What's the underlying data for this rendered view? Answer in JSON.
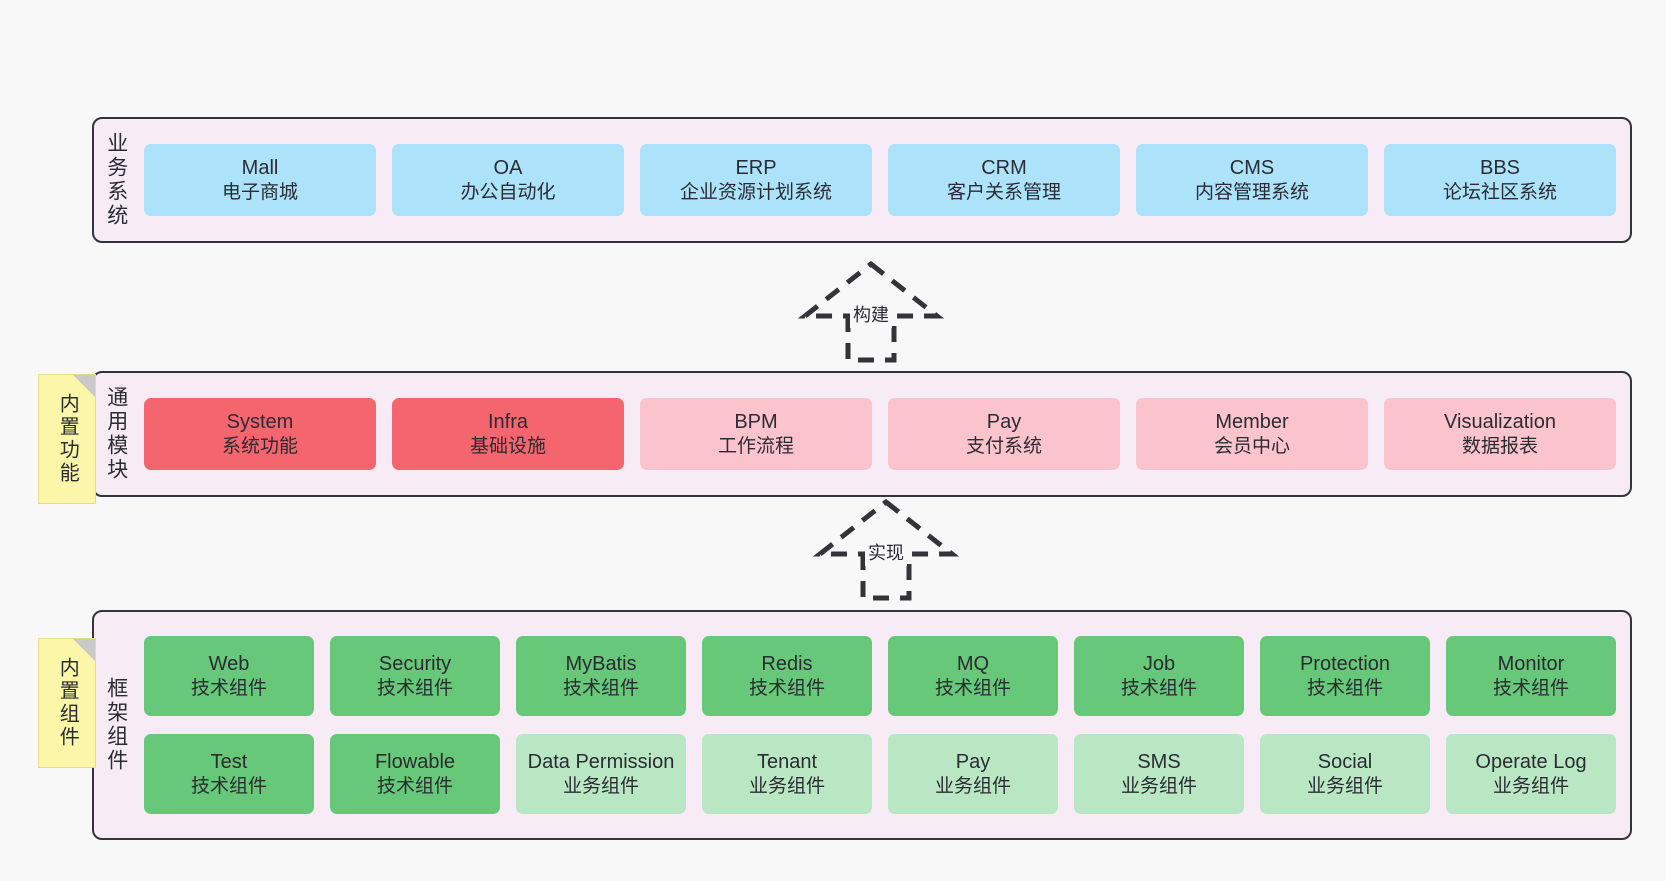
{
  "diagram": {
    "layers": [
      {
        "id": "business",
        "title": "业务系统",
        "rows": [
          {
            "cells": [
              {
                "name": "Mall",
                "desc": "电子商城",
                "color": "#ace3fb"
              },
              {
                "name": "OA",
                "desc": "办公自动化",
                "color": "#ace3fb"
              },
              {
                "name": "ERP",
                "desc": "企业资源计划系统",
                "color": "#ace3fb"
              },
              {
                "name": "CRM",
                "desc": "客户关系管理",
                "color": "#ace3fb"
              },
              {
                "name": "CMS",
                "desc": "内容管理系统",
                "color": "#ace3fb"
              },
              {
                "name": "BBS",
                "desc": "论坛社区系统",
                "color": "#ace3fb"
              }
            ]
          }
        ]
      },
      {
        "id": "modules",
        "title": "通用模块",
        "note": "内置功能",
        "rows": [
          {
            "cells": [
              {
                "name": "System",
                "desc": "系统功能",
                "color": "#f5656e"
              },
              {
                "name": "Infra",
                "desc": "基础设施",
                "color": "#f5656e"
              },
              {
                "name": "BPM",
                "desc": "工作流程",
                "color": "#fbc4cd"
              },
              {
                "name": "Pay",
                "desc": "支付系统",
                "color": "#fbc4cd"
              },
              {
                "name": "Member",
                "desc": "会员中心",
                "color": "#fbc4cd"
              },
              {
                "name": "Visualization",
                "desc": "数据报表",
                "color": "#fbc4cd"
              }
            ]
          }
        ]
      },
      {
        "id": "framework",
        "title": "框架组件",
        "note": "内置组件",
        "rows": [
          {
            "cells": [
              {
                "name": "Web",
                "desc": "技术组件",
                "color": "#66c878"
              },
              {
                "name": "Security",
                "desc": "技术组件",
                "color": "#66c878"
              },
              {
                "name": "MyBatis",
                "desc": "技术组件",
                "color": "#66c878"
              },
              {
                "name": "Redis",
                "desc": "技术组件",
                "color": "#66c878"
              },
              {
                "name": "MQ",
                "desc": "技术组件",
                "color": "#66c878"
              },
              {
                "name": "Job",
                "desc": "技术组件",
                "color": "#66c878"
              },
              {
                "name": "Protection",
                "desc": "技术组件",
                "color": "#66c878"
              },
              {
                "name": "Monitor",
                "desc": "技术组件",
                "color": "#66c878"
              }
            ]
          },
          {
            "cells": [
              {
                "name": "Test",
                "desc": "技术组件",
                "color": "#66c878"
              },
              {
                "name": "Flowable",
                "desc": "技术组件",
                "color": "#66c878"
              },
              {
                "name": "Data Permission",
                "desc": "业务组件",
                "color": "#b9e6c3"
              },
              {
                "name": "Tenant",
                "desc": "业务组件",
                "color": "#b9e6c3"
              },
              {
                "name": "Pay",
                "desc": "业务组件",
                "color": "#b9e6c3"
              },
              {
                "name": "SMS",
                "desc": "业务组件",
                "color": "#b9e6c3"
              },
              {
                "name": "Social",
                "desc": "业务组件",
                "color": "#b9e6c3"
              },
              {
                "name": "Operate Log",
                "desc": "业务组件",
                "color": "#b9e6c3"
              }
            ]
          }
        ]
      }
    ],
    "connectors": [
      {
        "id": "build",
        "label": "构建"
      },
      {
        "id": "implement",
        "label": "实现"
      }
    ],
    "colors": {
      "layer_background": "#f7ebf5",
      "layer_border": "#33333a",
      "page_background": "#f8f8f8",
      "note_background": "#fcf7a8",
      "note_fold": "#c9c9c9",
      "business_box": "#ace3fb",
      "module_core_box": "#f5656e",
      "module_box": "#fbc4cd",
      "tech_component_box": "#66c878",
      "biz_component_box": "#b9e6c3",
      "text": "#2b2b33"
    }
  }
}
